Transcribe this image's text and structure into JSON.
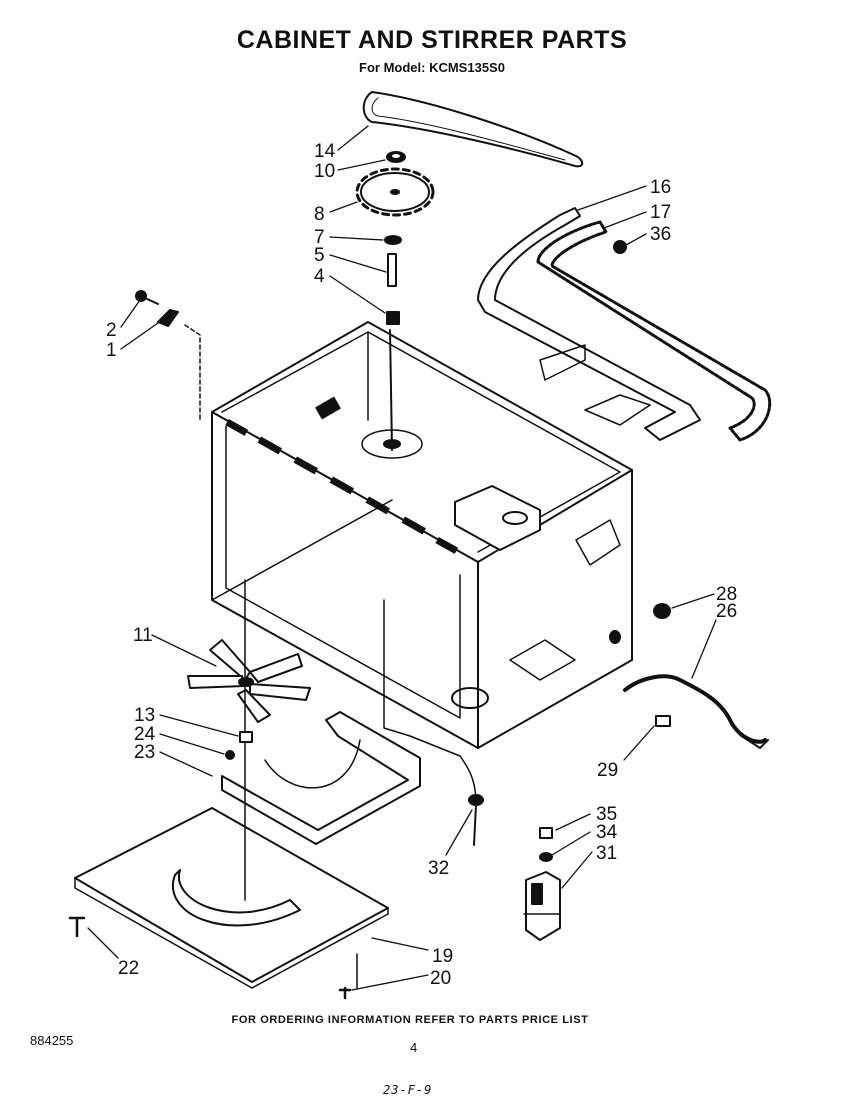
{
  "title": "CABINET AND STIRRER PARTS",
  "subtitle": "For Model: KCMS135S0",
  "footer_note": "FOR ORDERING INFORMATION REFER TO PARTS PRICE LIST",
  "doc_number": "884255",
  "page_number": "4",
  "handwritten": "23-F-9",
  "callouts": [
    "14",
    "10",
    "8",
    "7",
    "5",
    "4",
    "2",
    "1",
    "16",
    "17",
    "36",
    "11",
    "13",
    "24",
    "23",
    "28",
    "26",
    "29",
    "35",
    "34",
    "31",
    "32",
    "22",
    "19",
    "20"
  ]
}
